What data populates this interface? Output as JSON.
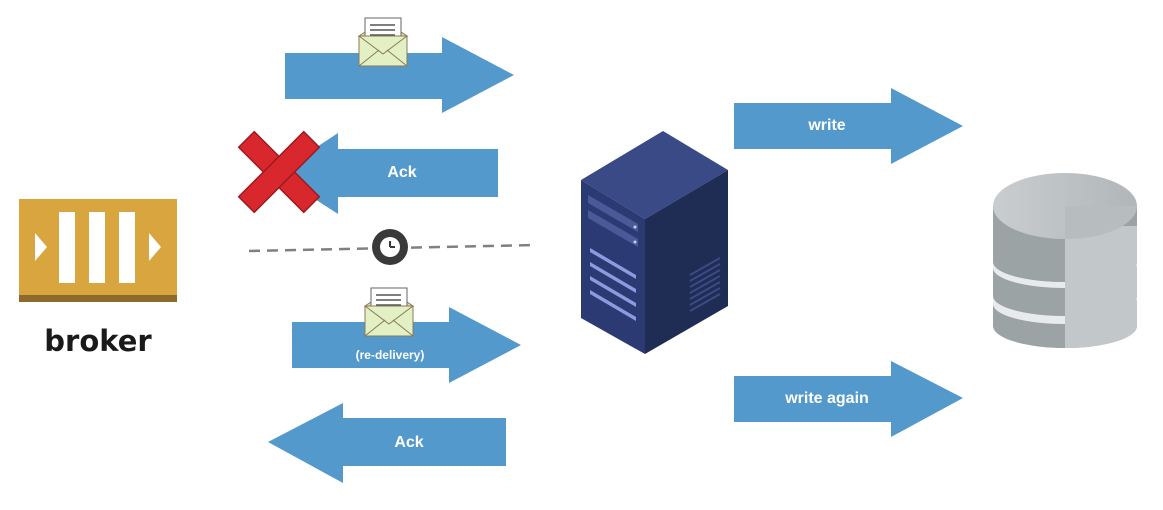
{
  "broker": {
    "label": "broker"
  },
  "arrows": {
    "ack_failed": "Ack",
    "redelivery": "(re-delivery)",
    "ack_second": "Ack",
    "write": "write",
    "write_again": "write again"
  },
  "colors": {
    "arrow": "#5499cb",
    "broker": "#d9a53f",
    "broker_bar": "#8b6a2c",
    "server_dark": "#1f2d55",
    "database": "#b5babd",
    "cross": "#d8272d"
  },
  "icons": [
    "envelope-icon",
    "cross-icon",
    "clock-icon",
    "server-icon",
    "database-icon",
    "broker-icon"
  ]
}
